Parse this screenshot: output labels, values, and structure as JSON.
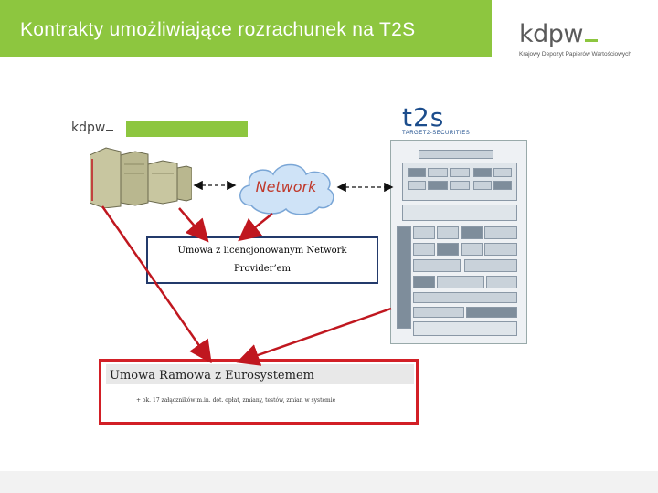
{
  "header": {
    "title": "Kontrakty umożliwiające rozrachunek na T2S"
  },
  "branding": {
    "logo_text": "kdpw",
    "company_name": "Krajowy Depozyt Papierów Wartościowych",
    "accent_color": "#8dc63f"
  },
  "diagram": {
    "participant_logo": "kdpw",
    "t2s_logo": "t2s",
    "t2s_tagline": "TARGET2-SECURITIES",
    "network_label": "Network",
    "network_agreement": {
      "line1": "Umowa z licencjonowanym Network",
      "line2": "Provider’em"
    },
    "eurosystem_agreement": {
      "title": "Umowa Ramowa z Eurosystemem",
      "note": "+ ok. 17 załączników m.in. dot. opłat, zmiany, testów, zmian w systemie"
    },
    "colors": {
      "network_box_border": "#233a6b",
      "eurosystem_box_border": "#d21f26",
      "arrow": "#c0171f",
      "network_text": "#c0392b"
    },
    "icons": [
      "server-icon",
      "cloud-icon",
      "t2s-architecture-diagram"
    ]
  }
}
